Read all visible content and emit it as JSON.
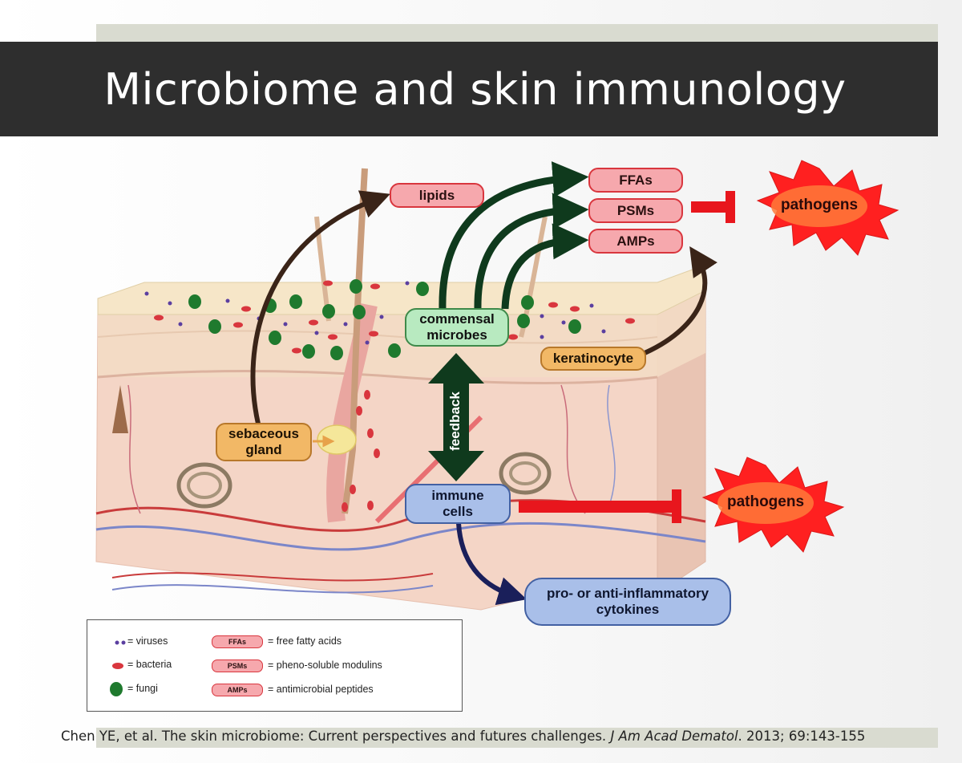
{
  "slide": {
    "title": "Microbiome and skin immunology",
    "citation_prefix": "Chen YE, et al. The skin microbiome: Current perspectives and futures challenges. ",
    "citation_journal": "J Am Acad Dematol",
    "citation_suffix": ". 2013; 69:143-155"
  },
  "diagram": {
    "lipids": "lipids",
    "ffas": "FFAs",
    "psms": "PSMs",
    "amps": "AMPs",
    "pathogens_top": "pathogens",
    "pathogens_bottom": "pathogens",
    "commensal_line1": "commensal",
    "commensal_line2": "microbes",
    "keratinocyte": "keratinocyte",
    "feedback": "feedback",
    "sebaceous_line1": "sebaceous",
    "sebaceous_line2": "gland",
    "immune_line1": "immune",
    "immune_line2": "cells",
    "cytokines_line1": "pro- or anti-inflammatory",
    "cytokines_line2": "cytokines"
  },
  "legend": {
    "viruses": "= viruses",
    "bacteria": "= bacteria",
    "fungi": "= fungi",
    "ffas_abbr": "FFAs",
    "ffas_def": "= free fatty acids",
    "psms_abbr": "PSMs",
    "psms_def": "= pheno-soluble modulins",
    "amps_abbr": "AMPs",
    "amps_def": "= antimicrobial peptides"
  },
  "colors": {
    "title_bar": "#2e2e2e",
    "pill_red": "#f6a8ad",
    "pill_green": "#b8eac0",
    "pill_orange": "#f2b866",
    "pill_blue": "#a9bfe9",
    "arrow_brown": "#3a2418",
    "arrow_green": "#0f3a1d",
    "arrow_navy": "#1a1f5a",
    "inhibit_red": "#e8161d"
  }
}
